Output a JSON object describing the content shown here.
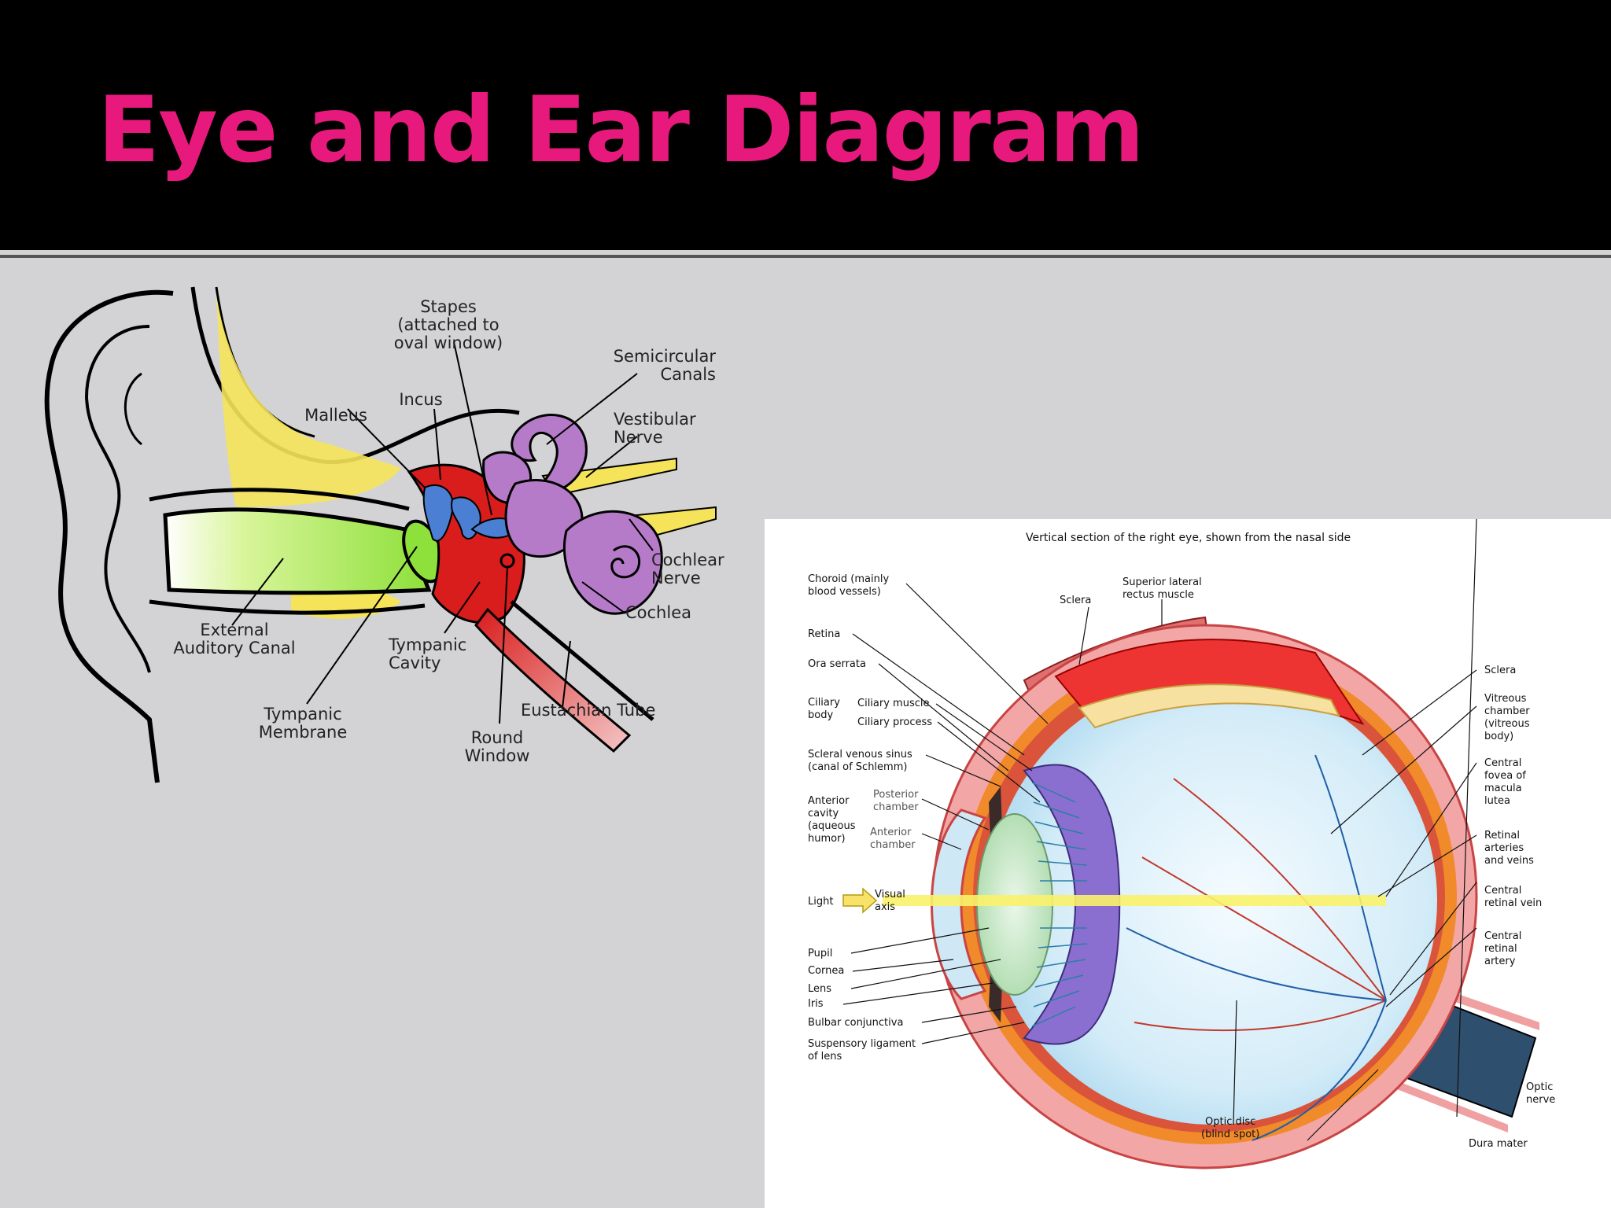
{
  "slide": {
    "title": "Eye and Ear Diagram"
  },
  "ear": {
    "labels": {
      "stapes_1": "Stapes",
      "stapes_2": "(attached to",
      "stapes_3": "oval window)",
      "semicircular_1": "Semicircular",
      "semicircular_2": "Canals",
      "incus": "Incus",
      "malleus": "Malleus",
      "vestibular_1": "Vestibular",
      "vestibular_2": "Nerve",
      "cochlear_nerve_1": "Cochlear",
      "cochlear_nerve_2": "Nerve",
      "cochlea": "Cochlea",
      "external_canal_1": "External",
      "external_canal_2": "Auditory Canal",
      "tympanic_cavity_1": "Tympanic",
      "tympanic_cavity_2": "Cavity",
      "eustachian": "Eustachian Tube",
      "tympanic_membrane_1": "Tympanic",
      "tympanic_membrane_2": "Membrane",
      "round_window_1": "Round",
      "round_window_2": "Window"
    }
  },
  "eye": {
    "caption": "Vertical section of the right eye, shown from the nasal side",
    "labels": {
      "choroid_1": "Choroid (mainly",
      "choroid_2": "blood vessels)",
      "retina": "Retina",
      "ora_serrata": "Ora serrata",
      "ciliary_body_1": "Ciliary",
      "ciliary_body_2": "body",
      "ciliary_muscle": "Ciliary muscle",
      "ciliary_process": "Ciliary process",
      "scleral_sinus_1": "Scleral venous sinus",
      "scleral_sinus_2": "(canal of Schlemm)",
      "anterior_cavity_1": "Anterior",
      "anterior_cavity_2": "cavity",
      "anterior_cavity_3": "(aqueous",
      "anterior_cavity_4": "humor)",
      "posterior_chamber_1": "Posterior",
      "posterior_chamber_2": "chamber",
      "anterior_chamber_1": "Anterior",
      "anterior_chamber_2": "chamber",
      "light": "Light",
      "visual_axis_1": "Visual",
      "visual_axis_2": "axis",
      "pupil": "Pupil",
      "cornea": "Cornea",
      "lens": "Lens",
      "iris": "Iris",
      "bulbar_conjunctiva": "Bulbar conjunctiva",
      "suspensory_1": "Suspensory ligament",
      "suspensory_2": "of lens",
      "superior_rectus_1": "Superior lateral",
      "superior_rectus_2": "rectus muscle",
      "sclera_top": "Sclera",
      "sclera_right": "Sclera",
      "vitreous_1": "Vitreous",
      "vitreous_2": "chamber",
      "vitreous_3": "(vitreous",
      "vitreous_4": "body)",
      "fovea_1": "Central",
      "fovea_2": "fovea of",
      "fovea_3": "macula",
      "fovea_4": "lutea",
      "retinal_vessels_1": "Retinal",
      "retinal_vessels_2": "arteries",
      "retinal_vessels_3": "and veins",
      "retinal_vein_1": "Central",
      "retinal_vein_2": "retinal vein",
      "retinal_artery_1": "Central",
      "retinal_artery_2": "retinal",
      "retinal_artery_3": "artery",
      "optic_nerve_1": "Optic",
      "optic_nerve_2": "nerve",
      "optic_disc_1": "Optic disc",
      "optic_disc_2": "(blind spot)",
      "dura_mater": "Dura mater"
    }
  }
}
